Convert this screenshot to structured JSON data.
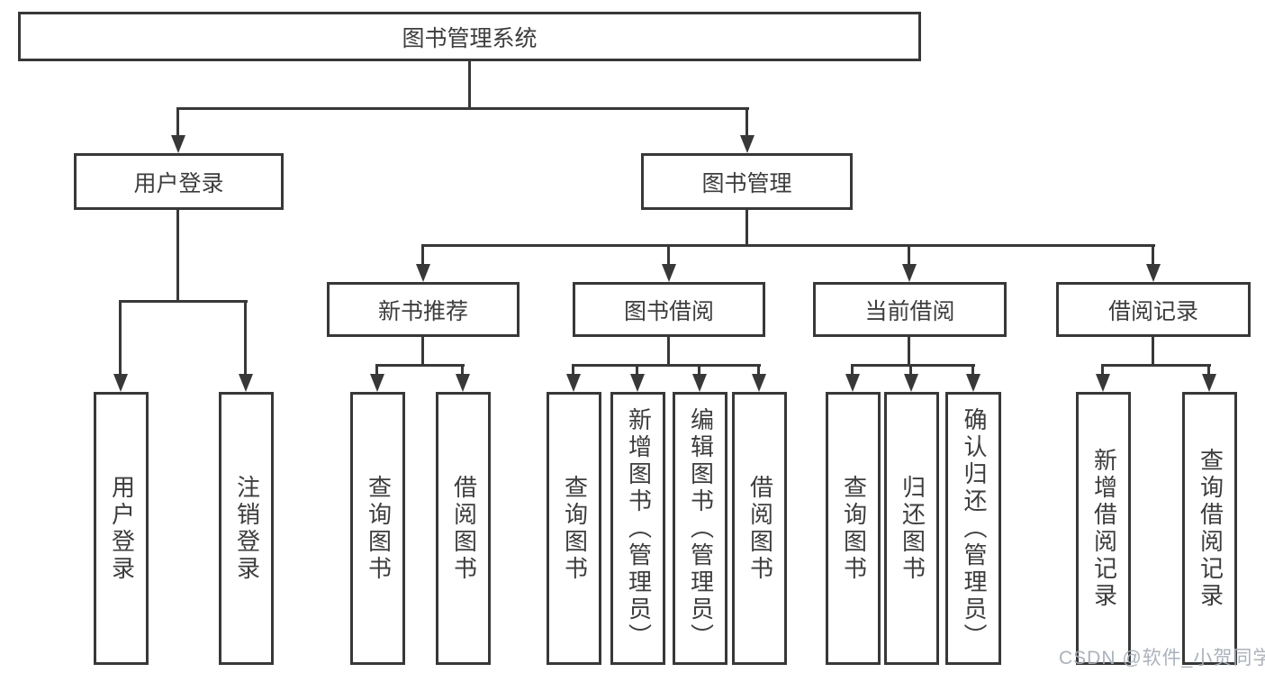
{
  "tree": {
    "label": "图书管理系统",
    "children": [
      {
        "label": "用户登录",
        "children": [
          {
            "label": "用户登录"
          },
          {
            "label": "注销登录"
          }
        ]
      },
      {
        "label": "图书管理",
        "children": [
          {
            "label": "新书推荐",
            "children": [
              {
                "label": "查询图书"
              },
              {
                "label": "借阅图书"
              }
            ]
          },
          {
            "label": "图书借阅",
            "children": [
              {
                "label": "查询图书"
              },
              {
                "label": "新增图书（管理员）"
              },
              {
                "label": "编辑图书（管理员）"
              },
              {
                "label": "借阅图书"
              }
            ]
          },
          {
            "label": "当前借阅",
            "children": [
              {
                "label": "查询图书"
              },
              {
                "label": "归还图书"
              },
              {
                "label": "确认归还（管理员）"
              }
            ]
          },
          {
            "label": "借阅记录",
            "children": [
              {
                "label": "新增借阅记录"
              },
              {
                "label": "查询借阅记录"
              }
            ]
          }
        ]
      }
    ]
  },
  "watermark": {
    "text": "CSDN @软件_小贺同学"
  },
  "colors": {
    "line": "#383838",
    "text": "#3d3d3d",
    "watermark": "#a5aeb8"
  }
}
